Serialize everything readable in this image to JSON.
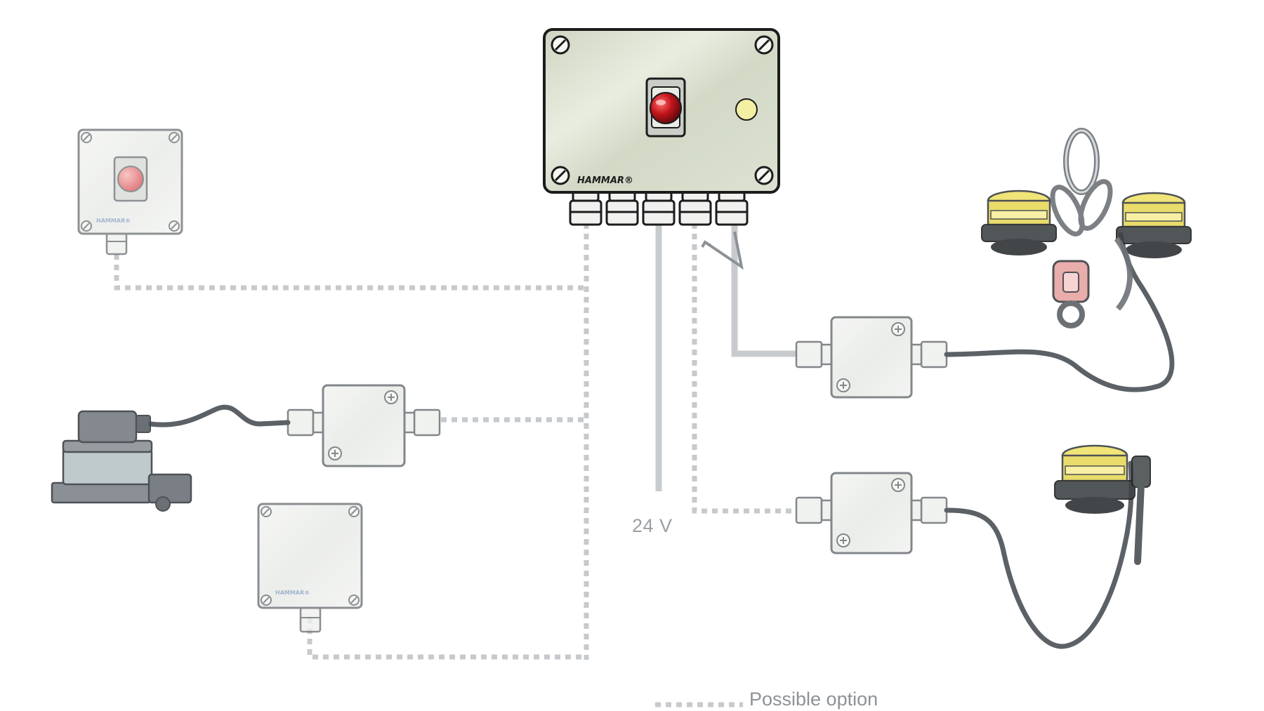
{
  "diagram": {
    "brand_text": "HAMMAR®",
    "voltage_label": "24 V",
    "legend": {
      "possible_option_label": "Possible option"
    },
    "colors": {
      "dotted_line": "#c6cacd",
      "solid_line": "#c8cbce",
      "cable": "#5b6166",
      "box_fill": "#eef0ee",
      "box_stroke": "#6e7377",
      "main_box_fill": "#dfe3d5",
      "main_box_stroke": "#1c1c1c",
      "button_red": "#c0141b",
      "lamp_yellow": "#f3efa3",
      "release_yellow": "#f0e26a"
    }
  }
}
